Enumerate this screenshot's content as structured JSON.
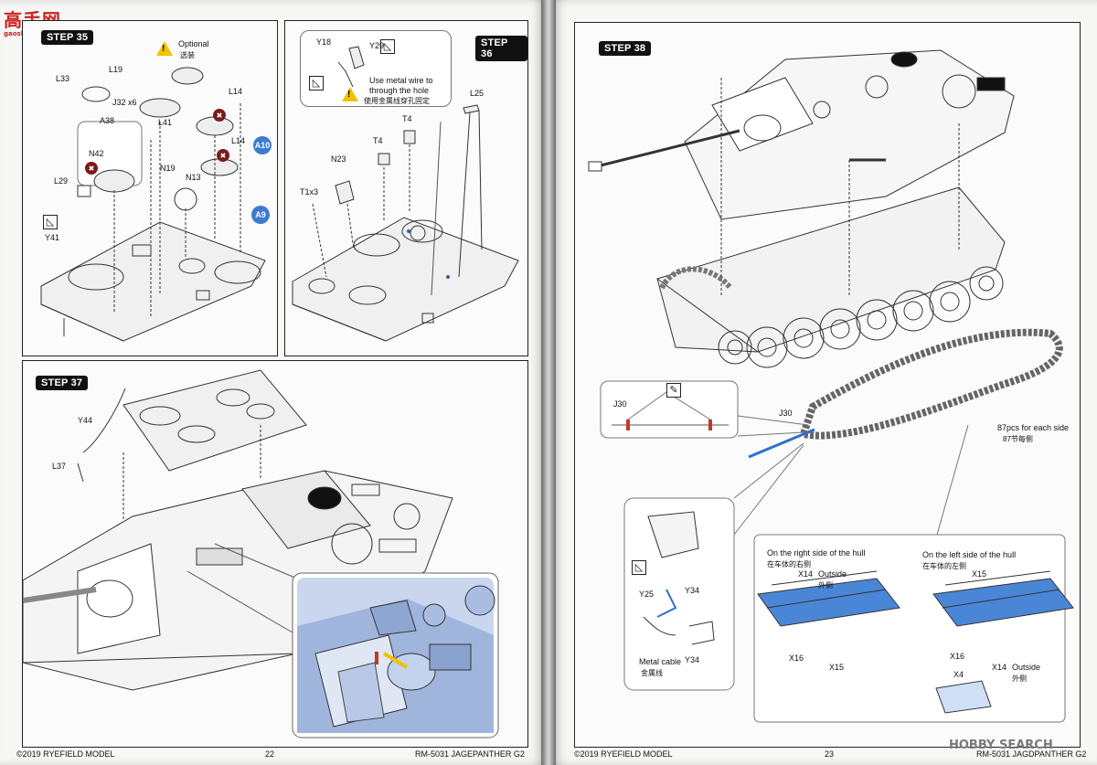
{
  "watermark": {
    "site_logo": "高手网",
    "site_domain": "gaoshou.net",
    "hobbysearch": "HOBBY SEARCH"
  },
  "left_page": {
    "step35": {
      "title": "STEP 35",
      "optional_en": "Optional",
      "optional_zh": "选装",
      "labels": [
        "L33",
        "L19",
        "J32 x6",
        "A38",
        "L41",
        "N42",
        "N19",
        "N13",
        "L29",
        "Y41",
        "L14",
        "L14"
      ],
      "badges": [
        "A10",
        "A9"
      ]
    },
    "step36": {
      "title": "STEP 36",
      "labels": [
        "Y18",
        "Y29",
        "L25",
        "T4",
        "T4",
        "N23",
        "T1x3"
      ],
      "note_en_1": "Use metal wire to",
      "note_en_2": "through the hole",
      "note_zh": "使用金属线穿孔固定"
    },
    "step37": {
      "title": "STEP 37",
      "labels": [
        "Y44",
        "L37"
      ]
    },
    "footer_left": "©2019 RYEFIELD MODEL",
    "page_number": "22",
    "footer_right": "RM-5031 JAGEPANTHER G2"
  },
  "right_page": {
    "step38": {
      "title": "STEP 38",
      "j30_inset_label": "J30",
      "j30_label": "J30",
      "track_count_en": "87pcs for each side",
      "track_count_zh": "87节每侧",
      "bracket_labels": [
        "Y25",
        "Y34",
        "Y34"
      ],
      "metal_cable_en": "Metal cable",
      "metal_cable_zh": "金属线",
      "right_side": {
        "title_en": "On the right side of the hull",
        "title_zh": "在车体的右侧",
        "x14": "X14",
        "outside_en": "Outside",
        "outside_zh": "外侧",
        "x16": "X16",
        "x15": "X15"
      },
      "left_side": {
        "title_en": "On the left side of the hull",
        "title_zh": "在车体的左侧",
        "x15": "X15",
        "x16": "X16",
        "x14": "X14",
        "outside_en": "Outside",
        "outside_zh": "外侧",
        "x4": "X4"
      }
    },
    "footer_left": "©2019 RYEFIELD MODEL",
    "page_number": "23",
    "footer_right": "RM-5031 JAGDPANTHER G2"
  },
  "colors": {
    "badge_blue": "#3d7bd1",
    "track_blue": "#4a86d6",
    "warning_yellow": "#f2c200",
    "inset_blue": "#9fb5dc"
  }
}
